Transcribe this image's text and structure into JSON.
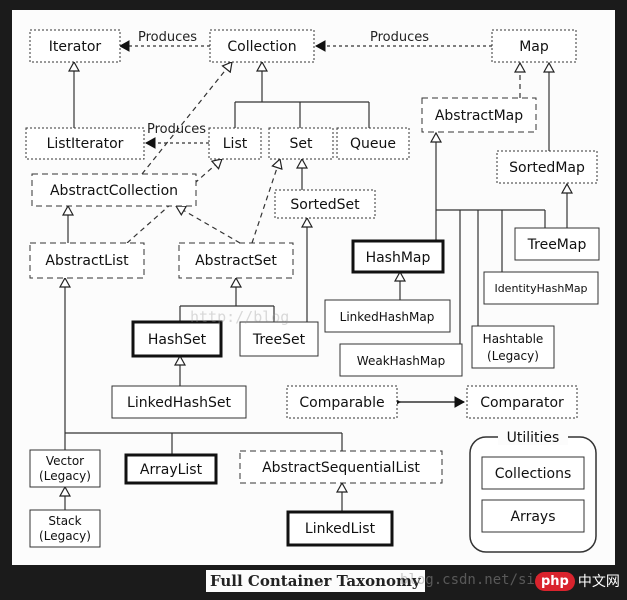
{
  "caption": "Full Container Taxonomy",
  "watermarks": {
    "blog_fragment": "http://blog",
    "footer_fragment": "blog.csdn.net/sinat_"
  },
  "logo": {
    "mark": "php",
    "text": "中文网"
  },
  "edge_labels": {
    "collection_to_iterator": "Produces",
    "map_to_collection": "Produces",
    "list_to_listiterator": "Produces"
  },
  "nodes": {
    "iterator": "Iterator",
    "collection": "Collection",
    "map": "Map",
    "abstract_map": "AbstractMap",
    "list_iterator": "ListIterator",
    "list": "List",
    "set": "Set",
    "queue": "Queue",
    "sorted_map": "SortedMap",
    "abstract_collection": "AbstractCollection",
    "sorted_set": "SortedSet",
    "hash_map": "HashMap",
    "tree_map": "TreeMap",
    "abstract_list": "AbstractList",
    "abstract_set": "AbstractSet",
    "identity_hash_map": "IdentityHashMap",
    "linked_hash_map": "LinkedHashMap",
    "hash_set": "HashSet",
    "tree_set": "TreeSet",
    "hashtable": "Hashtable",
    "hashtable_legacy": "(Legacy)",
    "weak_hash_map": "WeakHashMap",
    "linked_hash_set": "LinkedHashSet",
    "comparable": "Comparable",
    "comparator": "Comparator",
    "utilities": "Utilities",
    "collections": "Collections",
    "arrays": "Arrays",
    "vector": "Vector",
    "vector_legacy": "(Legacy)",
    "array_list": "ArrayList",
    "abstract_sequential_list": "AbstractSequentialList",
    "stack": "Stack",
    "stack_legacy": "(Legacy)",
    "linked_list": "LinkedList"
  }
}
